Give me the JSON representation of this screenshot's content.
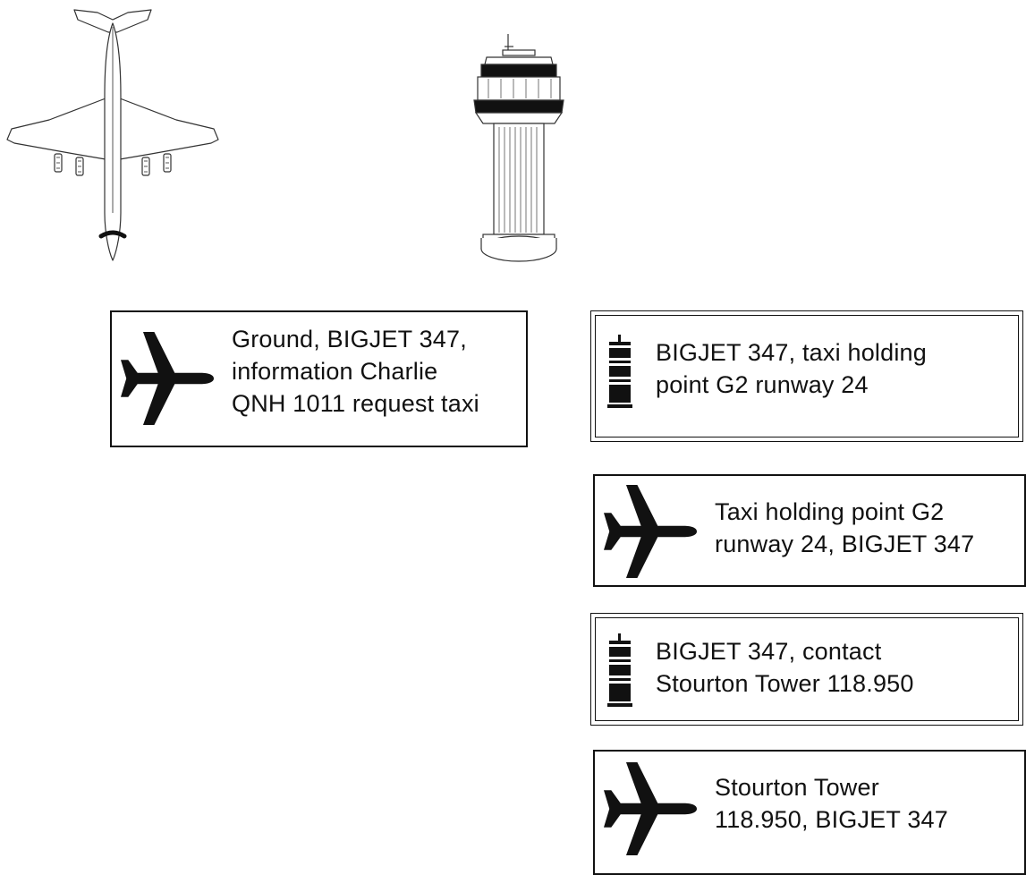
{
  "illustrations": {
    "aircraft": "aircraft-top-view",
    "tower": "control-tower"
  },
  "messages": [
    {
      "speaker": "pilot",
      "icon": "airplane-icon",
      "lines": [
        "Ground, BIGJET 347,",
        "information Charlie",
        "QNH 1011 request taxi"
      ]
    },
    {
      "speaker": "atc",
      "icon": "tower-icon",
      "lines": [
        "BIGJET 347, taxi holding",
        "point G2 runway 24"
      ]
    },
    {
      "speaker": "pilot",
      "icon": "airplane-icon",
      "lines": [
        "Taxi holding point G2",
        "runway 24, BIGJET 347"
      ]
    },
    {
      "speaker": "atc",
      "icon": "tower-icon",
      "lines": [
        "BIGJET 347, contact",
        "Stourton Tower 118.950"
      ]
    },
    {
      "speaker": "pilot",
      "icon": "airplane-icon",
      "lines": [
        "Stourton Tower",
        "118.950, BIGJET 347"
      ]
    }
  ],
  "colors": {
    "ink": "#111111",
    "background": "#ffffff"
  }
}
